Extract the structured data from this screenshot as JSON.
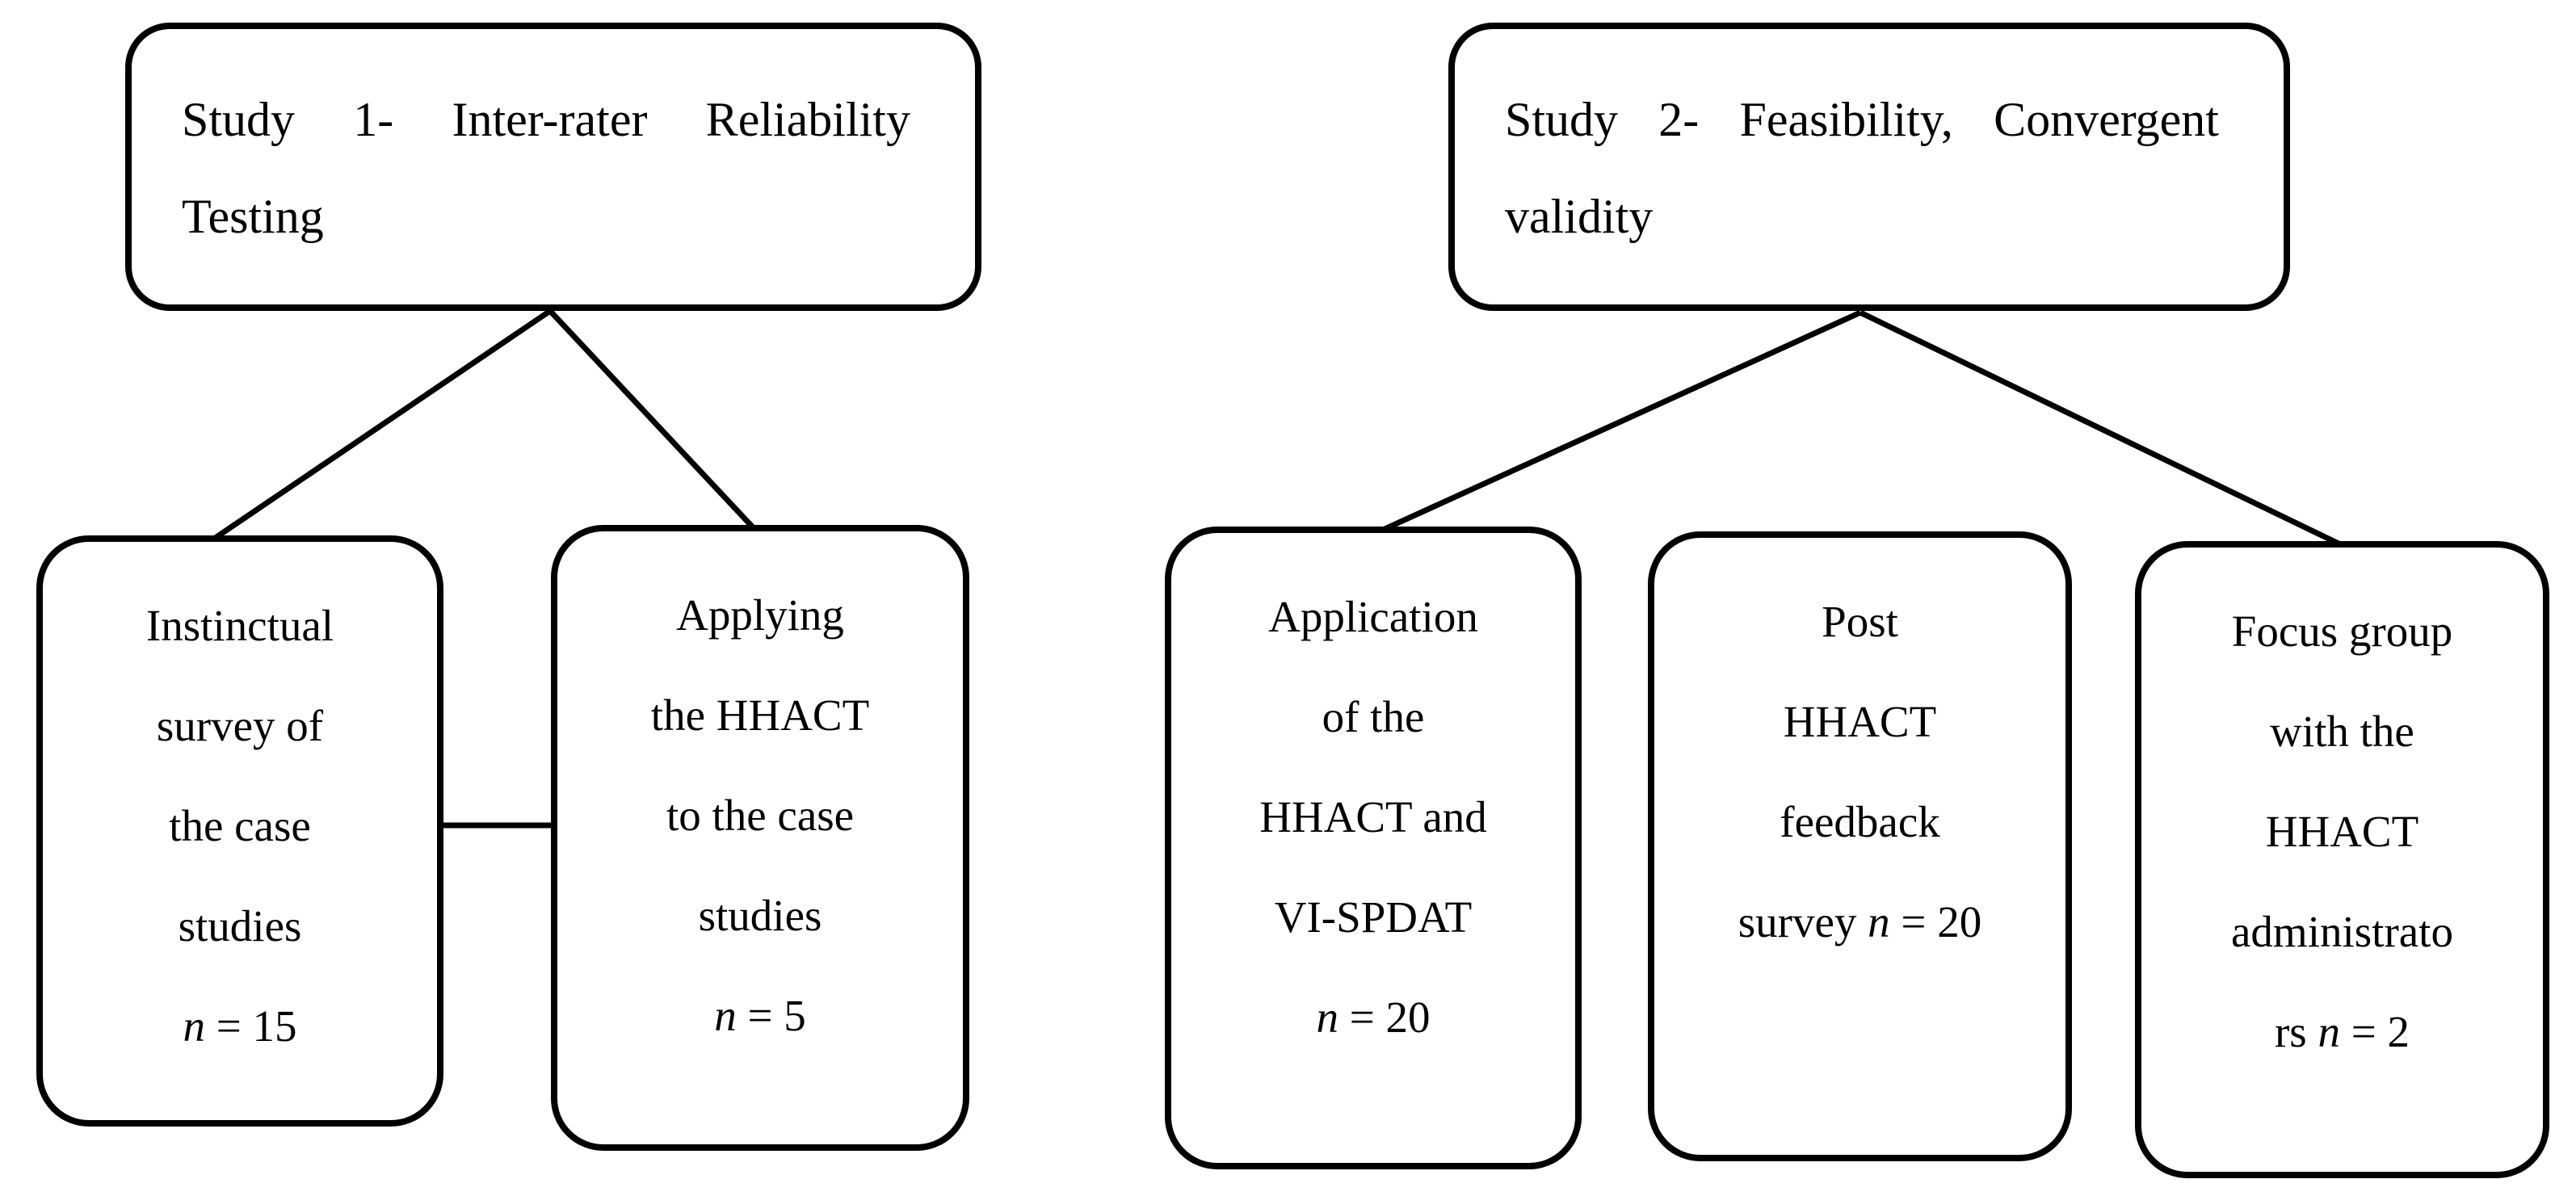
{
  "colors": {
    "ink": "#000000",
    "paper": "#ffffff"
  },
  "study1": {
    "word1": "Study",
    "word2": "1-",
    "word3": "Inter-rater",
    "word4": "Reliability",
    "line2": "Testing"
  },
  "study2": {
    "word1": "Study",
    "word2": "2-",
    "word3": "Feasibility,",
    "word4": "Convergent",
    "line2": "validity"
  },
  "box1": {
    "line1": "Instinctual",
    "line2": "survey of",
    "line3": "the case",
    "line4": "studies",
    "n_var": "n",
    "n_rest": " = 15"
  },
  "box2": {
    "line1": "Applying",
    "line2": "the HHACT",
    "line3": "to the case",
    "line4": "studies",
    "n_var": "n",
    "n_rest": " = 5"
  },
  "box3": {
    "line1": "Application",
    "line2": "of the",
    "line3": "HHACT and",
    "line4": "VI-SPDAT",
    "n_var": "n",
    "n_rest": " = 20"
  },
  "box4": {
    "line1": "Post",
    "line2": "HHACT",
    "line3": "feedback",
    "line4_pre": "survey ",
    "n_var": "n",
    "n_rest": " = 20"
  },
  "box5": {
    "line1": "Focus group",
    "line2": "with the",
    "line3": "HHACT",
    "line4": "administrato",
    "line5_pre": "rs ",
    "n_var": "n",
    "n_rest": " = 2"
  }
}
